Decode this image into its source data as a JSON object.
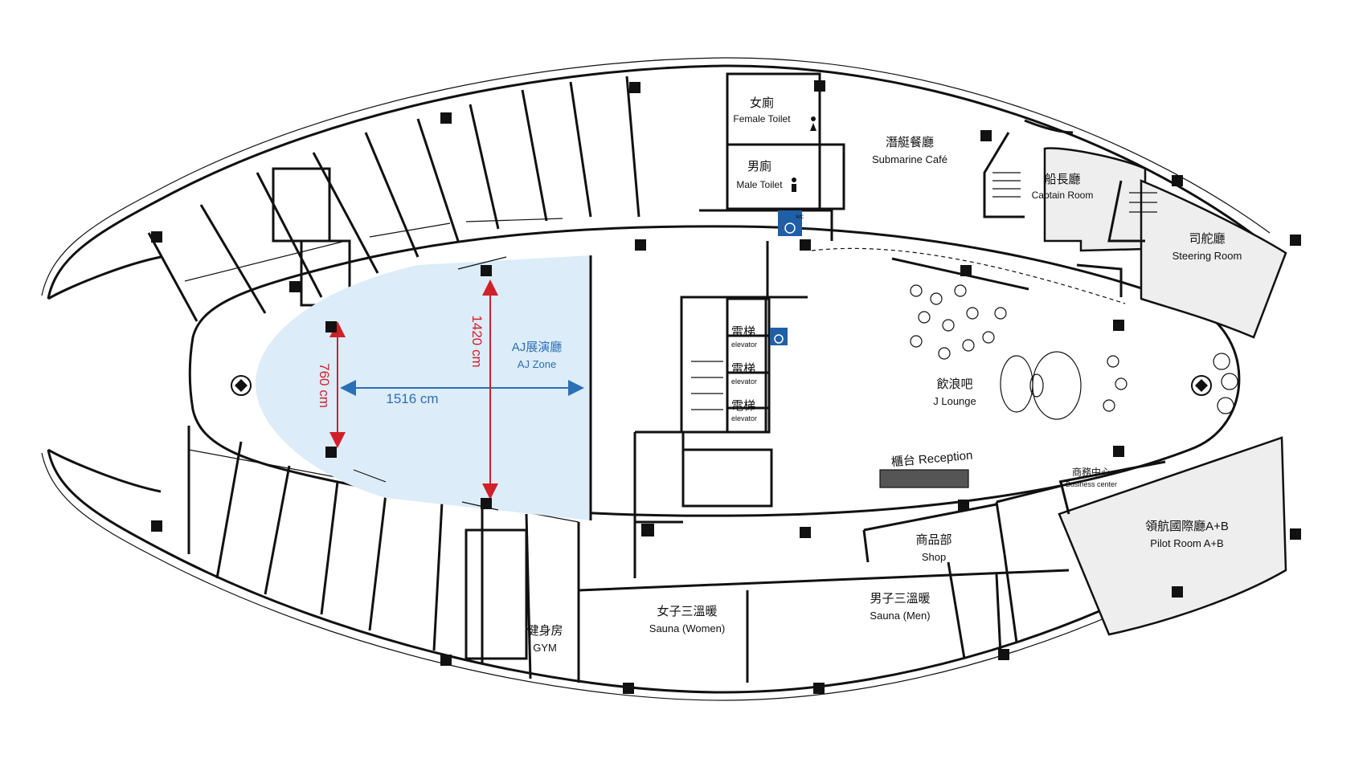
{
  "rooms": {
    "female_toilet": {
      "zh": "女廁",
      "en": "Female Toilet"
    },
    "male_toilet": {
      "zh": "男廁",
      "en": "Male Toilet"
    },
    "submarine_cafe": {
      "zh": "潛艇餐廳",
      "en": "Submarine Café"
    },
    "captain_room": {
      "zh": "船長廳",
      "en": "Captain Room"
    },
    "steering_room": {
      "zh": "司舵廳",
      "en": "Steering Room"
    },
    "aj_zone": {
      "zh": "AJ展演廳",
      "en": "AJ Zone"
    },
    "elevator_1": {
      "zh": "電梯",
      "en": "elevator"
    },
    "elevator_2": {
      "zh": "電梯",
      "en": "elevator"
    },
    "elevator_3": {
      "zh": "電梯",
      "en": "elevator"
    },
    "j_lounge": {
      "zh": "飲浪吧",
      "en": "J Lounge"
    },
    "reception": {
      "label": "櫃台 Reception"
    },
    "business_center": {
      "zh": "商務中心",
      "en": "Business center"
    },
    "shop": {
      "zh": "商品部",
      "en": "Shop"
    },
    "pilot_room": {
      "zh": "領航國際廳A+B",
      "en": "Pilot Room A+B"
    },
    "sauna_women": {
      "zh": "女子三溫暖",
      "en": "Sauna (Women)"
    },
    "sauna_men": {
      "zh": "男子三溫暖",
      "en": "Sauna (Men)"
    },
    "gym": {
      "zh": "健身房",
      "en": "GYM"
    }
  },
  "dimensions": {
    "width": "1516 cm",
    "depth": "1420 cm",
    "front": "760 cm"
  },
  "signs": {
    "wc": "WC"
  },
  "colors": {
    "aj_zone_fill": "#dcecf8",
    "shaded_room_fill": "#eeeeee",
    "label_blue": "#2b6fb5",
    "dimension_red": "#d0202a",
    "dimension_blue": "#2b6fb5"
  }
}
